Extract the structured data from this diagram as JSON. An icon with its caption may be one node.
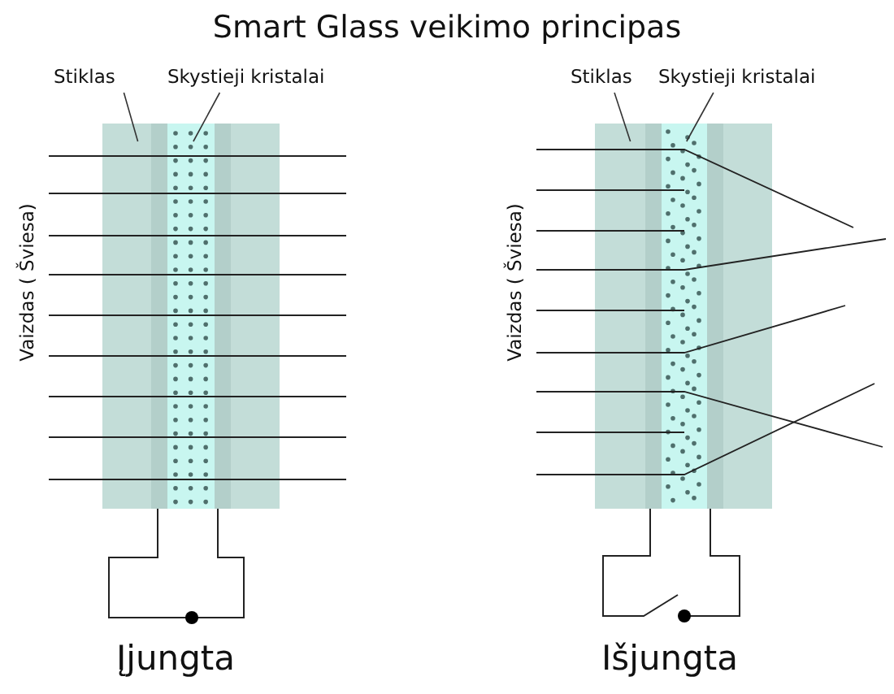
{
  "diagram": {
    "title": "Smart Glass veikimo principas",
    "nodes": [
      {
        "text": [
          "Stiklas"
        ]
      },
      {
        "text": [
          "Skystieji kristalai"
        ]
      },
      {
        "text": [],
        "shape": "box"
      },
      {
        "text": [],
        "shape": "bar",
        "in": 2
      },
      {
        "text": [
          "Stiklas"
        ]
      },
      {
        "text": [
          "Skystieji kristalai"
        ]
      },
      {
        "text": [],
        "shape": "box"
      },
      {
        "text": [],
        "shape": "bar",
        "in": 6
      }
    ],
    "edges": [
      {
        "from": 0,
        "to": 2,
        "arrow": "none"
      },
      {
        "from": 1,
        "to": 3,
        "arrow": "none"
      },
      {
        "from": 4,
        "to": 6,
        "arrow": "none"
      },
      {
        "from": 5,
        "to": 7,
        "arrow": "none"
      }
    ],
    "labels": [
      "Vaizdas ( Šviesa)",
      "Vaizdas ( Šviesa)",
      "Įjungta",
      "Išjungta"
    ]
  }
}
